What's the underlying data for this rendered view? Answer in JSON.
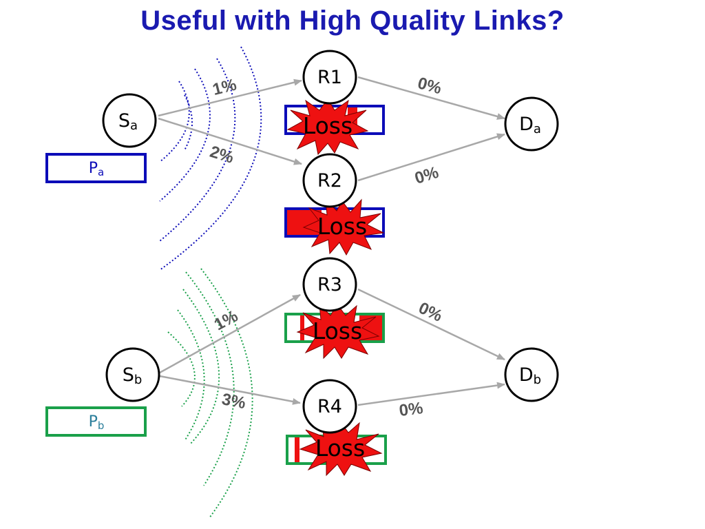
{
  "title": "Useful with High Quality Links?",
  "colors": {
    "flow_a": "#0c0cb8",
    "flow_b": "#1aa04a",
    "loss_fill": "#ee1111",
    "arrow": "#a8a8a8",
    "percent_text": "#555555",
    "title": "#1a1ab0"
  },
  "nodes": {
    "Sa": {
      "main": "S",
      "sub": "a"
    },
    "Sb": {
      "main": "S",
      "sub": "b"
    },
    "R1": {
      "main": "R1",
      "sub": ""
    },
    "R2": {
      "main": "R2",
      "sub": ""
    },
    "R3": {
      "main": "R3",
      "sub": ""
    },
    "R4": {
      "main": "R4",
      "sub": ""
    },
    "Da": {
      "main": "D",
      "sub": "a"
    },
    "Db": {
      "main": "D",
      "sub": "b"
    }
  },
  "links": [
    {
      "from": "Sa",
      "to": "R1",
      "loss": "1%"
    },
    {
      "from": "Sa",
      "to": "R2",
      "loss": "2%"
    },
    {
      "from": "R1",
      "to": "Da",
      "loss": "0%"
    },
    {
      "from": "R2",
      "to": "Da",
      "loss": "0%"
    },
    {
      "from": "Sb",
      "to": "R3",
      "loss": "1%"
    },
    {
      "from": "Sb",
      "to": "R4",
      "loss": "3%"
    },
    {
      "from": "R3",
      "to": "Db",
      "loss": "0%"
    },
    {
      "from": "R4",
      "to": "Db",
      "loss": "0%"
    }
  ],
  "packets": {
    "Pa": {
      "main": "P",
      "sub": "a"
    },
    "Pb": {
      "main": "P",
      "sub": "b"
    }
  },
  "loss_label": "Loss"
}
